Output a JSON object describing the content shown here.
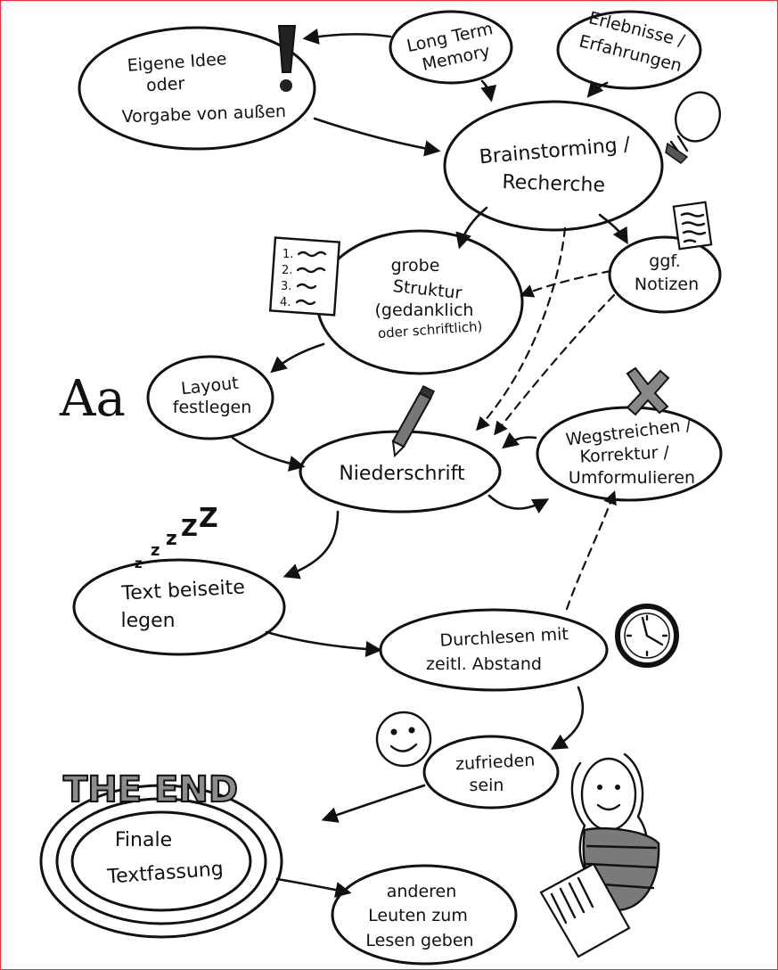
{
  "nodes": {
    "idee": [
      "Eigene  Idee",
      "oder",
      "Vorgabe von außen"
    ],
    "memory": [
      "Long Term",
      "Memory"
    ],
    "erlebnisse": [
      "Erlebnisse /",
      "Erfahrungen"
    ],
    "brainstorming": [
      "Brainstorming /",
      "Recherche"
    ],
    "notizen": [
      "ggf.",
      "Notizen"
    ],
    "struktur": [
      "grobe",
      "Struktur",
      "(gedanklich",
      "oder schriftlich)"
    ],
    "layout": [
      "Layout",
      "festlegen"
    ],
    "niederschrift": "Niederschrift",
    "korrektur": [
      "Wegstreichen /",
      "Korrektur /",
      "Umformulieren"
    ],
    "beiseite": [
      "Text  beiseite",
      "legen"
    ],
    "durchlesen": [
      "Durchlesen mit",
      "zeitl. Abstand"
    ],
    "zufrieden": [
      "zufrieden",
      "sein"
    ],
    "finale": [
      "Finale",
      "Textfassung"
    ],
    "anderen": [
      "anderen",
      "Leuten zum",
      "Lesen geben"
    ]
  },
  "decorations": {
    "exclamation": "!",
    "font_sample": "Aa",
    "sleep": [
      "Z",
      "Z",
      "z",
      "z",
      "z"
    ],
    "the_end": "THE END",
    "list_numbers": [
      "1.",
      "2.",
      "3.",
      "4."
    ]
  },
  "icons": [
    "exclamation-icon",
    "lightbulb-icon",
    "notepad-icon",
    "list-icon",
    "pencil-icon",
    "cross-icon",
    "sleep-icon",
    "clock-icon",
    "smiley-icon",
    "person-reading-icon"
  ],
  "colors": {
    "ink": "#111111",
    "border": "#d9363e",
    "shade": "#8a8a8a"
  }
}
